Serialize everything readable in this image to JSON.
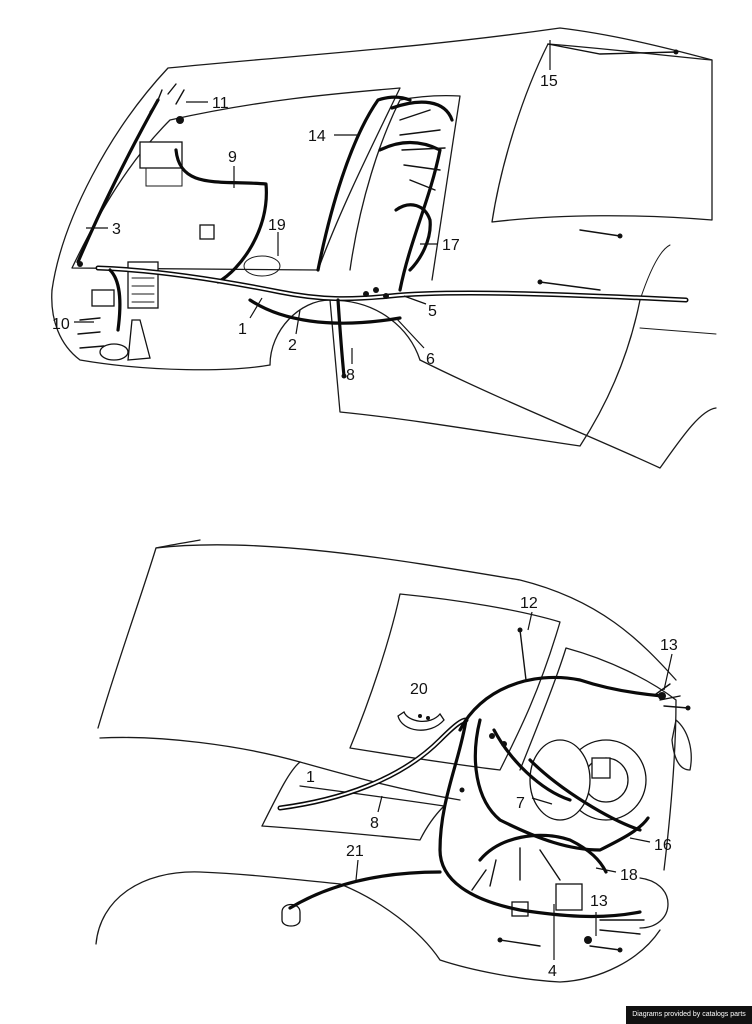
{
  "top_view": {
    "callouts": [
      {
        "id": "11",
        "label": "11"
      },
      {
        "id": "15",
        "label": "15"
      },
      {
        "id": "14",
        "label": "14"
      },
      {
        "id": "9",
        "label": "9"
      },
      {
        "id": "3",
        "label": "3"
      },
      {
        "id": "19",
        "label": "19"
      },
      {
        "id": "17",
        "label": "17"
      },
      {
        "id": "10",
        "label": "10"
      },
      {
        "id": "1",
        "label": "1"
      },
      {
        "id": "2",
        "label": "2"
      },
      {
        "id": "5",
        "label": "5"
      },
      {
        "id": "6",
        "label": "6"
      },
      {
        "id": "8",
        "label": "8"
      }
    ]
  },
  "bottom_view": {
    "callouts": [
      {
        "id": "12",
        "label": "12"
      },
      {
        "id": "13a",
        "label": "13"
      },
      {
        "id": "20",
        "label": "20"
      },
      {
        "id": "1",
        "label": "1"
      },
      {
        "id": "7",
        "label": "7"
      },
      {
        "id": "8",
        "label": "8"
      },
      {
        "id": "16",
        "label": "16"
      },
      {
        "id": "21",
        "label": "21"
      },
      {
        "id": "18",
        "label": "18"
      },
      {
        "id": "13b",
        "label": "13"
      },
      {
        "id": "4",
        "label": "4"
      }
    ]
  },
  "footer": {
    "credit": "Diagrams provided by catalogs parts"
  }
}
